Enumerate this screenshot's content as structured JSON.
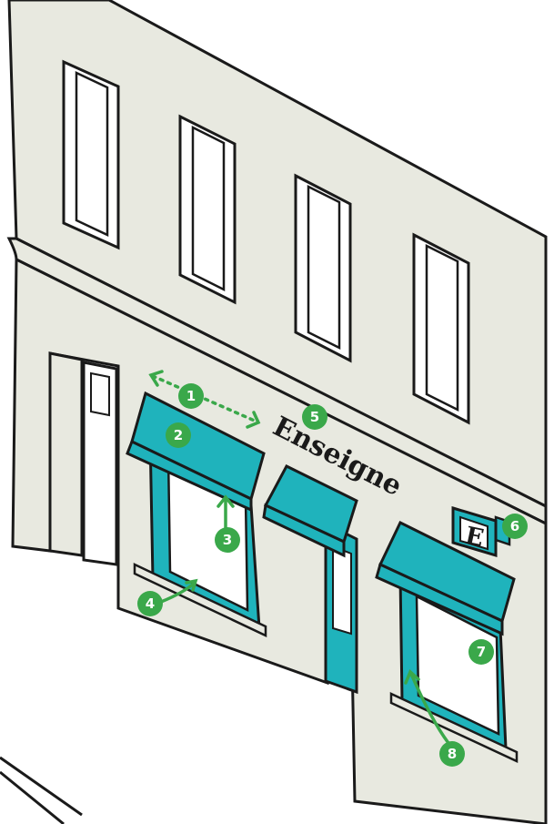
{
  "sign": {
    "text": "Enseigne"
  },
  "blade_sign": {
    "letter": "E"
  },
  "markers": [
    {
      "number": "1",
      "icon": "span-arrow"
    },
    {
      "number": "2",
      "icon": "awning"
    },
    {
      "number": "3",
      "icon": "arrow-up"
    },
    {
      "number": "4",
      "icon": "arrow-to-frame"
    },
    {
      "number": "5",
      "icon": "sign"
    },
    {
      "number": "6",
      "icon": "blade-sign"
    },
    {
      "number": "7",
      "icon": "window"
    },
    {
      "number": "8",
      "icon": "arrow-to-frame"
    }
  ],
  "colors": {
    "facade": "#e8e9e0",
    "teal": "#1fb3bc",
    "marker_green": "#3aa84a",
    "outline": "#1a1a1a",
    "glass": "#ffffff"
  }
}
